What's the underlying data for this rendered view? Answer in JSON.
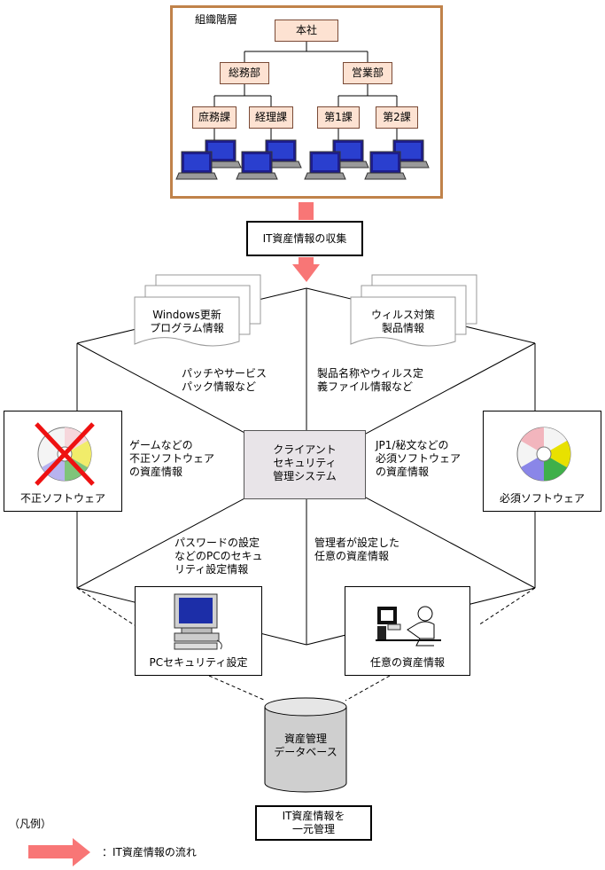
{
  "org": {
    "title": "組織階層",
    "root": "本社",
    "departments": [
      "総務部",
      "営業部"
    ],
    "sections": [
      "庶務課",
      "経理課",
      "第1課",
      "第2課"
    ]
  },
  "collect_label": "IT資産情報の収集",
  "docs": {
    "windows": [
      "Windows更新",
      "プログラム情報"
    ],
    "virus": [
      "ウィルス対策",
      "製品情報"
    ]
  },
  "center_system": [
    "クライアント",
    "セキュリティ",
    "管理システム"
  ],
  "desc": {
    "patch": [
      "パッチやサービス",
      "パック情報など"
    ],
    "product": [
      "製品名称やウィルス定",
      "義ファイル情報など"
    ],
    "illegal_info": [
      "ゲームなどの",
      "不正ソフトウェア",
      "の資産情報"
    ],
    "required_info": [
      "JP1/秘文などの",
      "必須ソフトウェア",
      "の資産情報"
    ],
    "password": [
      "パスワードの設定",
      "などのPCのセキュ",
      "リティ設定情報"
    ],
    "admin": [
      "管理者が設定した",
      "任意の資産情報"
    ]
  },
  "side_boxes": {
    "illegal": "不正ソフトウェア",
    "required": "必須ソフトウェア"
  },
  "bottom_boxes": {
    "pc_security": "PCセキュリティ設定",
    "any_asset": "任意の資産情報"
  },
  "database": [
    "資産管理",
    "データベース"
  ],
  "unified": [
    "IT資産情報を",
    "一元管理"
  ],
  "legend": {
    "title": "（凡例）",
    "flow": "：IT資産情報の流れ"
  },
  "colors": {
    "org_border": "#c0824a",
    "node_fill": "#fde2d2",
    "arrow": "#f87676",
    "center_fill": "#e8e4e8"
  }
}
